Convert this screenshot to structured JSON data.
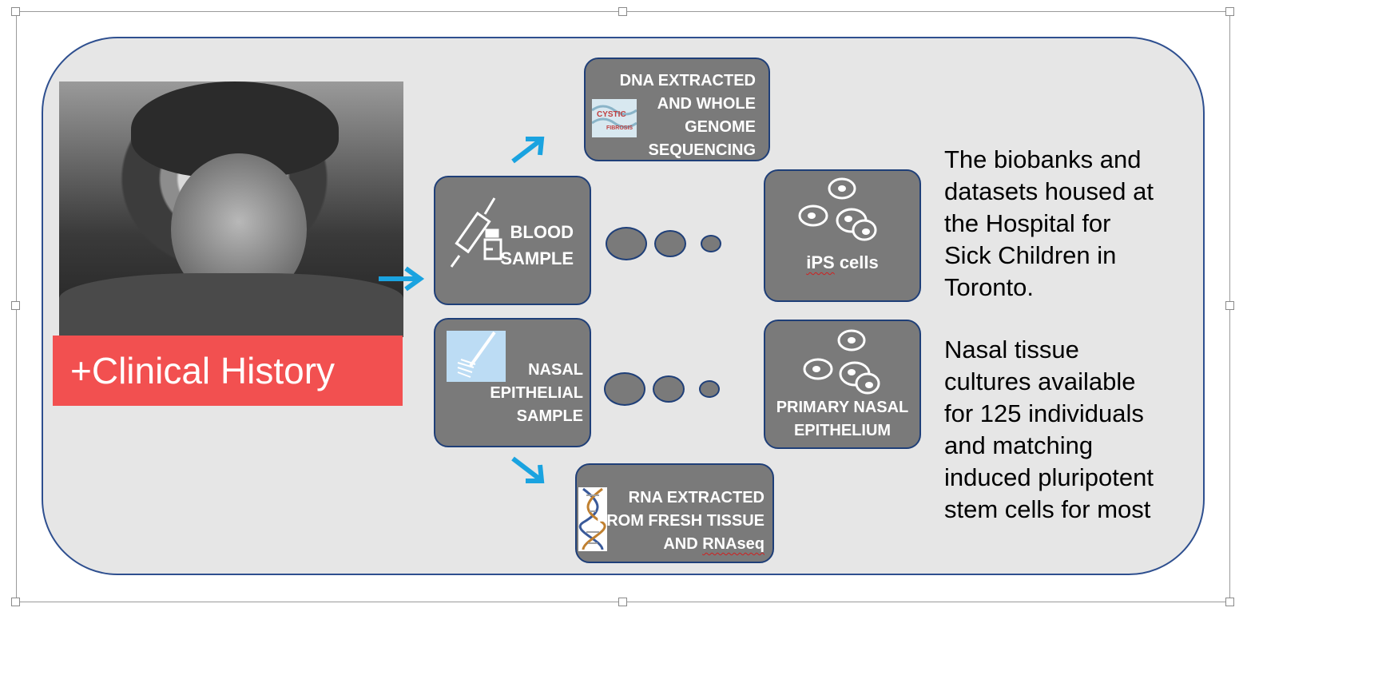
{
  "clinical_label": "+Clinical History",
  "boxes": {
    "dna": {
      "lines": [
        "DNA EXTRACTED",
        "AND WHOLE",
        "GENOME",
        "SEQUENCING"
      ]
    },
    "blood": {
      "lines": [
        "BLOOD",
        "SAMPLE"
      ]
    },
    "nasal": {
      "lines": [
        "NASAL",
        "EPITHELIAL",
        "SAMPLE"
      ]
    },
    "ips": {
      "prefix": "iPS",
      "suffix": " cells"
    },
    "primary": {
      "lines": [
        "PRIMARY NASAL",
        "EPITHELIUM"
      ]
    },
    "rna": {
      "lines": [
        "RNA EXTRACTED",
        "FROM FRESH TISSUE"
      ],
      "last_prefix": "AND ",
      "last_word": "RNAseq"
    }
  },
  "side_text": {
    "para1": [
      "The biobanks and",
      "datasets housed at",
      "the Hospital for",
      "Sick Children in",
      "Toronto."
    ],
    "para2": [
      "Nasal tissue",
      "cultures available",
      "for 125 individuals",
      "and matching",
      "induced pluripotent",
      "stem cells for most"
    ]
  },
  "colors": {
    "arrow": "#1aa3e0",
    "box_fill": "#7a7a7a",
    "box_border": "#1f3f78",
    "clinical_fill": "#f25050",
    "canvas_fill": "#e6e6e6"
  },
  "icons": {
    "blood": "syringe-icon",
    "nasal": "swab-icon",
    "dna": "dna-sequence-thumbnail",
    "rna": "dna-helix-icon",
    "cells": "cells-icon"
  }
}
